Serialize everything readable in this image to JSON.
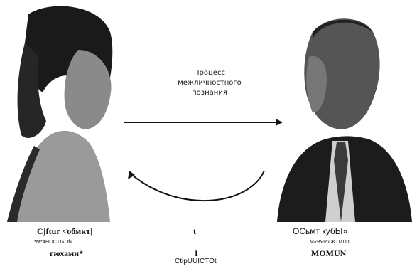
{
  "figure": {
    "caption_lines": [
      "Процесс",
      "межличностного",
      "познания"
    ]
  },
  "labels": {
    "left": {
      "title": "Cjftur <обмкт|",
      "subtitle": "*М*4НОСТI»Оf«",
      "bottom": "гюхами*"
    },
    "center": {
      "top": "t",
      "middle": "I",
      "bottom": "CtipUUICTOt"
    },
    "right": {
      "title": "ОСьмт кубЫ»",
      "subtitle": "М«ВЯИ»ЖТМГО",
      "bottom": "MOMUN"
    }
  }
}
